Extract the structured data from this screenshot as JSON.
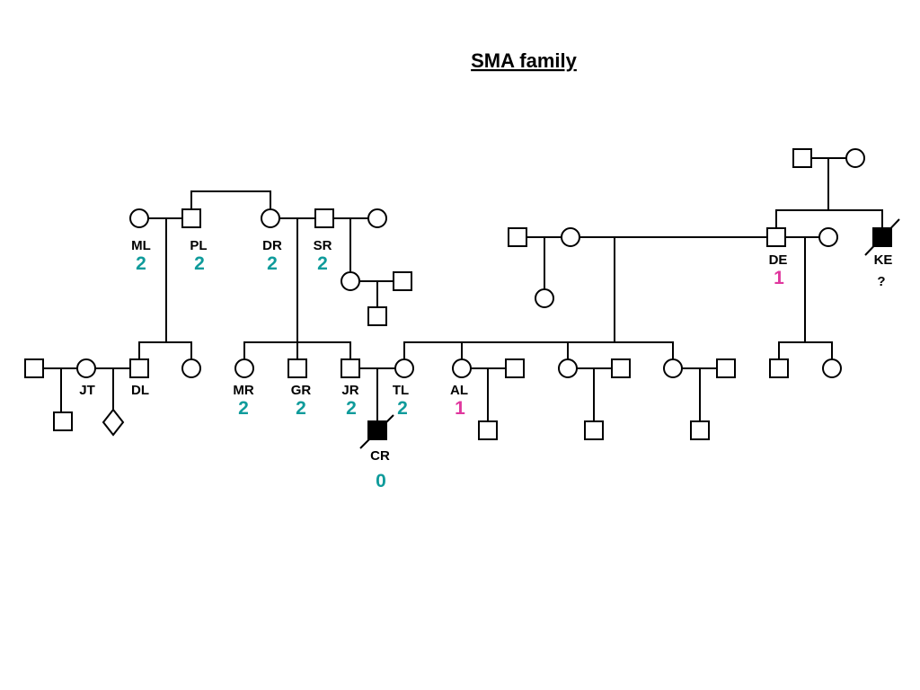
{
  "title": "SMA family",
  "colors": {
    "teal": "#0f9b9b",
    "magenta": "#e0379e",
    "black": "#000000"
  },
  "labels": {
    "ML": "ML",
    "PL": "PL",
    "DR": "DR",
    "SR": "SR",
    "JT": "JT",
    "DL": "DL",
    "MR": "MR",
    "GR": "GR",
    "JR": "JR",
    "TL": "TL",
    "AL": "AL",
    "CR": "CR",
    "DE": "DE",
    "KE": "KE"
  },
  "numbers": {
    "ML": "2",
    "PL": "2",
    "DR": "2",
    "SR": "2",
    "MR": "2",
    "GR": "2",
    "JR": "2",
    "TL": "2",
    "AL": "1",
    "CR": "0",
    "DE": "1",
    "KE": "?"
  }
}
